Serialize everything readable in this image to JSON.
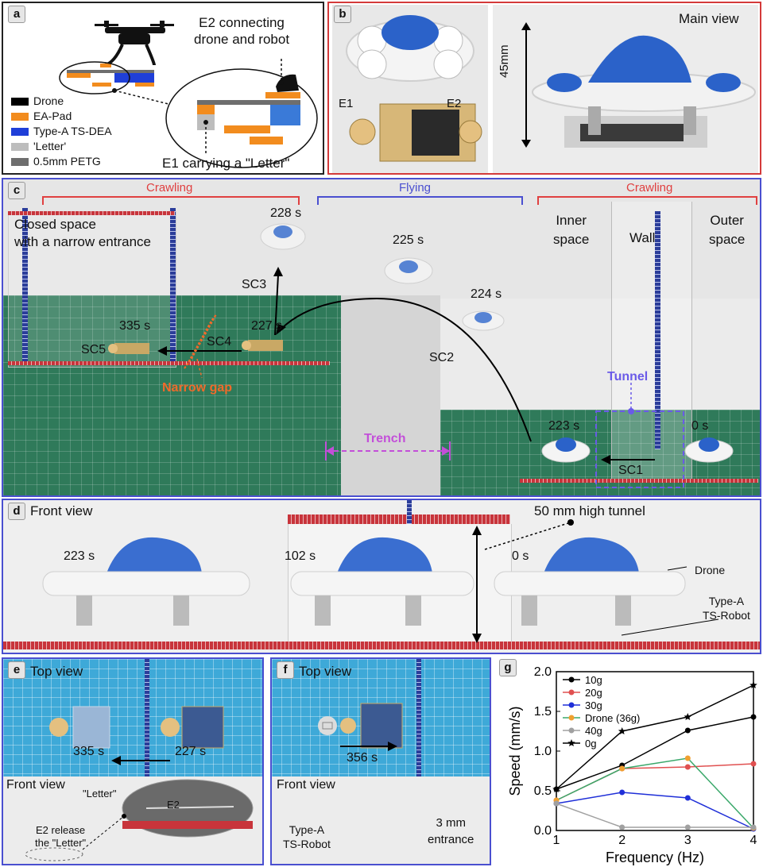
{
  "panels": {
    "a": {
      "tag": "a",
      "callout_e2": "E2 connecting\ndrone and robot",
      "callout_e1": "E1 carrying a \"Letter\"",
      "legend": [
        {
          "label": "Drone",
          "color": "#000000"
        },
        {
          "label": "EA-Pad",
          "color": "#f28c1e"
        },
        {
          "label": "Type-A TS-DEA",
          "color": "#1f3fd8"
        },
        {
          "label": "'Letter'",
          "color": "#bdbdbd"
        },
        {
          "label": "0.5mm PETG",
          "color": "#6e6e6e"
        }
      ]
    },
    "b": {
      "tag": "b",
      "main_view": "Main view",
      "e1": "E1",
      "e2": "E2",
      "height": "45mm"
    },
    "c": {
      "tag": "c",
      "crawling_left": "Crawling",
      "flying": "Flying",
      "crawling_right": "Crawling",
      "closed_space": "Closed space\nwith a narrow entrance",
      "inner_space": "Inner\nspace",
      "wall": "Wall",
      "outer_space": "Outer\nspace",
      "t228": "228 s",
      "t225": "225 s",
      "t224": "224 s",
      "t227": "227 s",
      "t335": "335 s",
      "t223": "223 s",
      "t0": "0 s",
      "sc1": "SC1",
      "sc2": "SC2",
      "sc3": "SC3",
      "sc4": "SC4",
      "sc5": "SC5",
      "narrow_gap": "Narrow gap",
      "trench": "Trench",
      "tunnel": "Tunnel"
    },
    "d": {
      "tag": "d",
      "front_view": "Front view",
      "tunnel_note": "50 mm high tunnel",
      "t223": "223 s",
      "t102": "102 s",
      "t0": "0 s",
      "drone": "Drone",
      "robot": "Type-A\nTS-Robot"
    },
    "e": {
      "tag": "e",
      "top_view": "Top view",
      "t335": "335 s",
      "t227": "227 s",
      "front_view": "Front view",
      "letter": "\"Letter\"",
      "e2": "E2",
      "release": "E2 release\nthe \"Letter\""
    },
    "f": {
      "tag": "f",
      "top_view": "Top view",
      "t356": "356 s",
      "front_view": "Front view",
      "robot": "Type-A\nTS-Robot",
      "entrance": "3 mm\nentrance"
    },
    "g": {
      "tag": "g"
    }
  },
  "colors": {
    "crawling": "#e04040",
    "flying": "#4a4fd0",
    "narrow_gap": "#f06a2a",
    "trench": "#c34fd9",
    "tunnel": "#6a5ae8"
  },
  "chart_data": {
    "type": "line",
    "xlabel": "Frequency (Hz)",
    "ylabel": "Speed (mm/s)",
    "x": [
      1,
      2,
      3,
      4
    ],
    "xticks": [
      "1",
      "2",
      "3",
      "4"
    ],
    "yticks": [
      "0.0",
      "0.5",
      "1.0",
      "1.5",
      "2.0"
    ],
    "xlim": [
      1,
      4
    ],
    "ylim": [
      0,
      2.0
    ],
    "legend_position": "top-left",
    "series": [
      {
        "name": "10g",
        "color": "#000000",
        "marker": "circle",
        "values": [
          0.52,
          0.82,
          1.26,
          1.43
        ]
      },
      {
        "name": "20g",
        "color": "#e05050",
        "marker": "circle",
        "values": [
          0.38,
          0.78,
          0.8,
          0.84
        ]
      },
      {
        "name": "30g",
        "color": "#1f2fd8",
        "marker": "circle",
        "values": [
          0.34,
          0.48,
          0.41,
          0.02
        ]
      },
      {
        "name": "Drone (36g)",
        "color": "#f0a030",
        "marker": "circle",
        "values": [
          0.38,
          0.78,
          0.91,
          0.03
        ]
      },
      {
        "name": "40g",
        "color": "#a0a0a0",
        "marker": "circle",
        "values": [
          0.34,
          0.04,
          0.04,
          0.04
        ]
      },
      {
        "name": "0g",
        "color": "#000000",
        "marker": "star",
        "values": [
          0.52,
          1.25,
          1.43,
          1.83
        ]
      }
    ],
    "drone_line_color": "#3aa86a"
  }
}
